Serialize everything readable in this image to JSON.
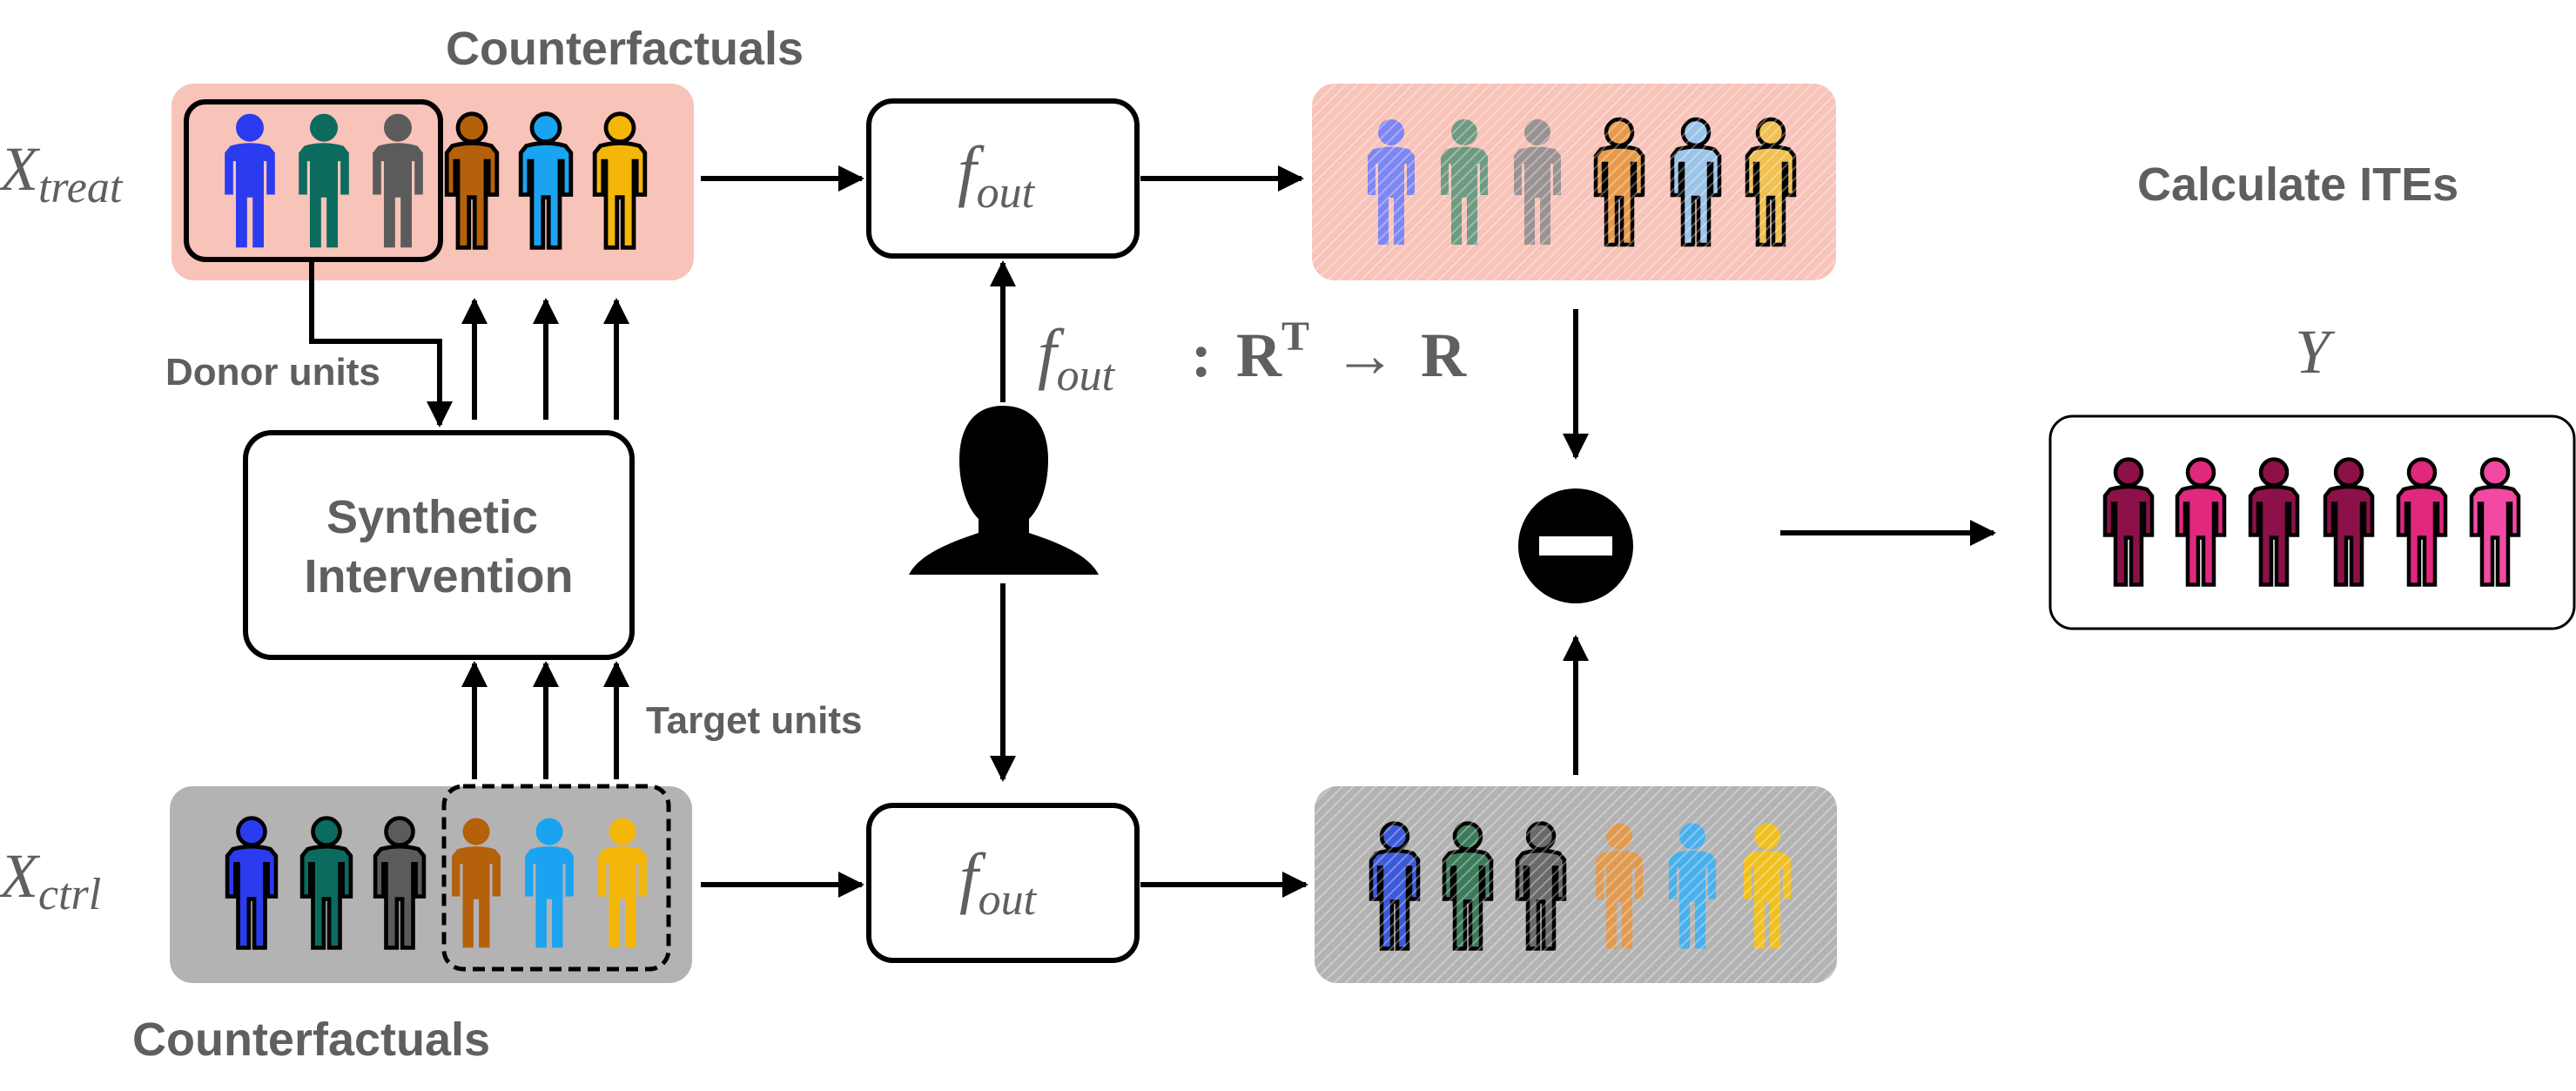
{
  "labels": {
    "counterfactuals_top": "Counterfactuals",
    "counterfactuals_bottom": "Counterfactuals",
    "donor_units": "Donor units",
    "target_units": "Target units",
    "calculate_ites": "Calculate ITEs",
    "synthetic_line1": "Synthetic",
    "synthetic_line2": "Intervention"
  },
  "math": {
    "x_treat_main": "X",
    "x_treat_sub": "treat",
    "x_ctrl_main": "X",
    "x_ctrl_sub": "ctrl",
    "f_main": "f",
    "f_sub": "out",
    "mapping_domain": "R",
    "mapping_sup": "T",
    "mapping_range": "R",
    "mapping_colon": ":",
    "mapping_arrow": "→",
    "y_label": "Y"
  },
  "colors": {
    "treat_bg": "#f8c3b8",
    "ctrl_bg": "#b3b3b3",
    "units": [
      "#2b3bf0",
      "#0b6b5f",
      "#5b5b5b",
      "#b5600a",
      "#1aa3f0",
      "#f5b60a"
    ],
    "ite_units": [
      "#8c1148",
      "#e0287e",
      "#8c1148",
      "#8c1148",
      "#e0287e",
      "#f24aa3"
    ]
  }
}
